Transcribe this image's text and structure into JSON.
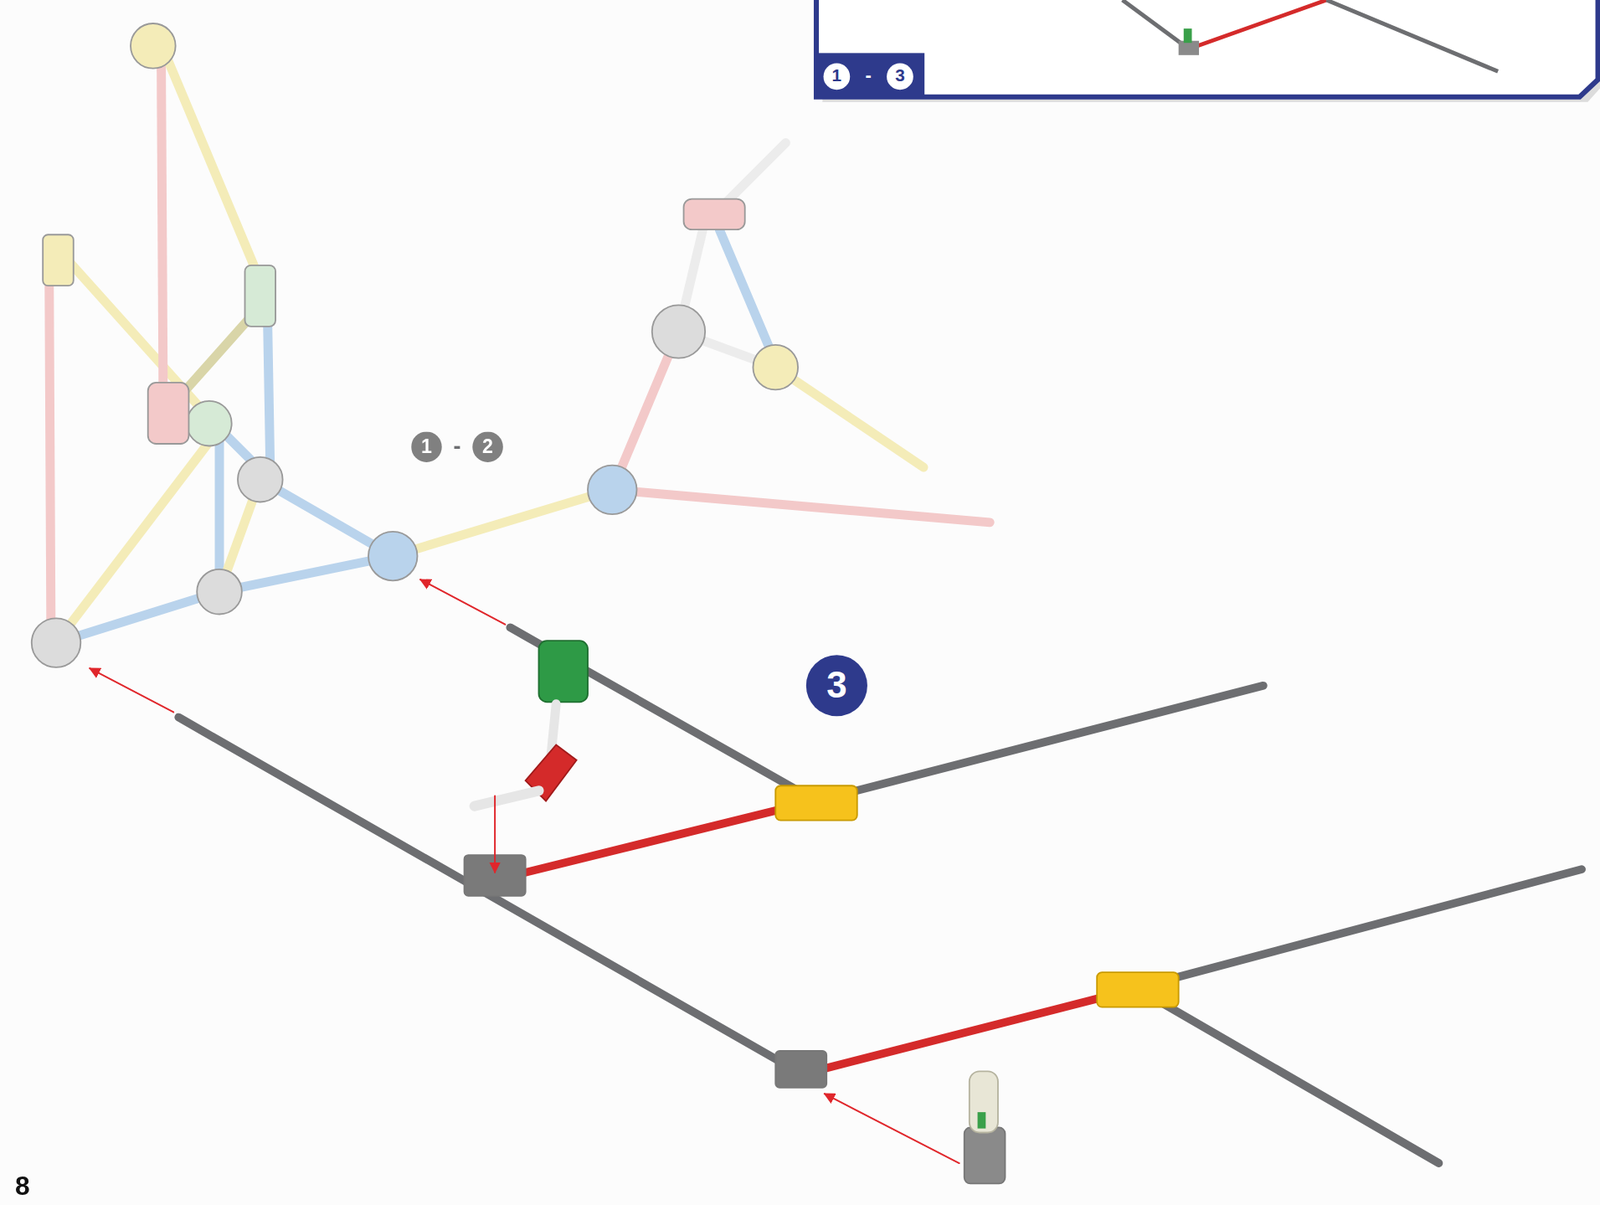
{
  "diagram": {
    "labels": [
      "1",
      "-",
      "3",
      "1",
      "-",
      "2",
      "3",
      "8"
    ]
  }
}
